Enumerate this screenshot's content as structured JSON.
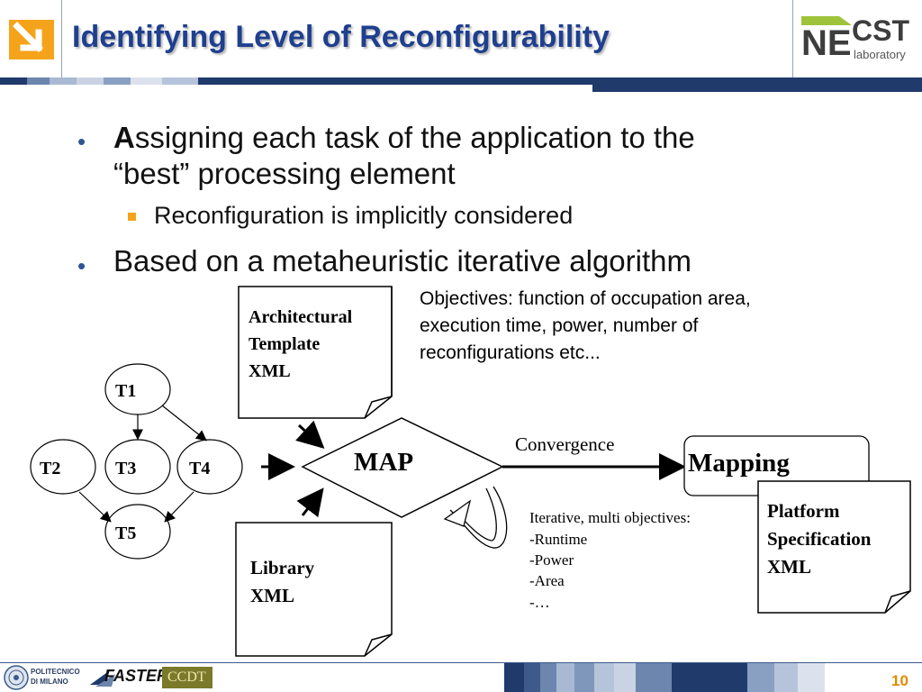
{
  "header": {
    "title": "Identifying Level of Reconfigurability",
    "logo_ne": "NE",
    "logo_cst": "CST",
    "logo_lab": "laboratory"
  },
  "bullets": {
    "b1_cap": "A",
    "b1_rest": "ssigning each task of the application to the",
    "b1_line2": "“best” processing element",
    "b1_sub": "Reconfiguration is implicitly considered",
    "b2": "Based on a metaheuristic iterative algorithm"
  },
  "diagram": {
    "arch_template": [
      "Architectural",
      "Template",
      "XML"
    ],
    "objectives": [
      "Objectives: function of occupation area,",
      "execution time, power, number of",
      "reconfigurations etc..."
    ],
    "tasks": [
      "T1",
      "T2",
      "T3",
      "T4",
      "T5"
    ],
    "map": "MAP",
    "convergence": "Convergence",
    "mapping": "Mapping",
    "platform_spec": [
      "Platform",
      "Specification",
      "XML"
    ],
    "library": [
      "Library",
      "XML"
    ],
    "iterative": [
      "Iterative, multi objectives:",
      "-Runtime",
      "-Power",
      "-Area",
      "-…"
    ]
  },
  "footer": {
    "polimi_1": "POLITECNICO",
    "polimi_2": "DI MILANO",
    "faster": "FASTER",
    "hipeac": "CCDT",
    "page": "10"
  },
  "colors": {
    "title": "#1f3f8f",
    "accent_orange": "#f5a31a",
    "navy": "#1f3a6b",
    "bullet_blue": "#2f5597",
    "logo_green": "#9ec33b"
  },
  "icons": {
    "corner": "orange-arrow-icon",
    "logo": "necst-logo-icon"
  }
}
